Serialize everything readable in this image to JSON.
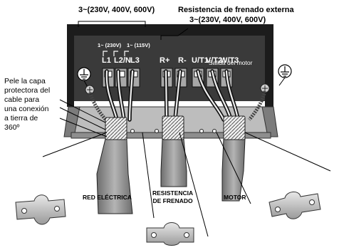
{
  "labels": {
    "top_left_voltage": "3~(230V, 400V, 600V)",
    "brake_title": "Resistencia de frenado externa",
    "brake_voltage": "3~(230V, 400V, 600V)",
    "group_230": "1~ (230V)",
    "group_115": "1~ (115V)",
    "motor_output": "Salida del motor",
    "peel_note": [
      "Pele la capa",
      "protectora del",
      "cable para",
      "una conexión",
      "a tierra de",
      "360º"
    ],
    "mains": "RED ELÉCTRICA",
    "brake_resistor": [
      "RESISTENCIA",
      "DE FRENADO"
    ],
    "motor": "MOTOR"
  },
  "terminals": [
    "L1",
    "L2/N",
    "L3",
    "R+",
    "R-",
    "U/T1",
    "V/T2",
    "W/T3"
  ],
  "colors": {
    "housing": "#1a1a1a",
    "terminal_block": "#8a8a8a",
    "cable": "#9a9a9a",
    "shield": "#d8d8d8",
    "clamp": "#c8c8c8"
  }
}
